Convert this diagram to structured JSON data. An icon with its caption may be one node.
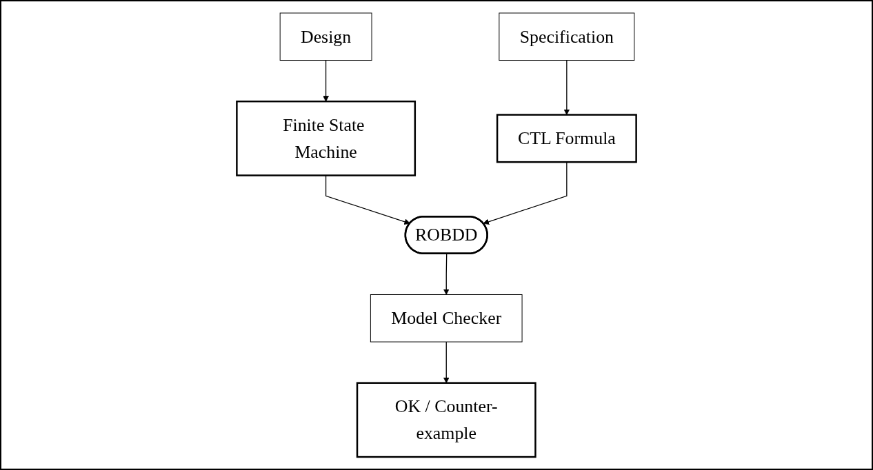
{
  "diagram": {
    "nodes": [
      {
        "text": [
          "Design"
        ]
      },
      {
        "text": [
          "Specification"
        ]
      },
      {
        "text": [
          "Finite State Machine"
        ]
      },
      {
        "text": [
          "CTL Formula"
        ]
      },
      {
        "text": [
          "ROBDD"
        ]
      },
      {
        "text": [
          "Model Checker"
        ]
      },
      {
        "text": [
          "OK / Counter-example"
        ]
      }
    ],
    "edges": [
      {
        "from": 0,
        "to": 2,
        "arrow": "to"
      },
      {
        "from": 1,
        "to": 3,
        "arrow": "to"
      },
      {
        "from": 2,
        "to": 4,
        "arrow": "to"
      },
      {
        "from": 3,
        "to": 4,
        "arrow": "to"
      },
      {
        "from": 4,
        "to": 5,
        "arrow": "to"
      },
      {
        "from": 5,
        "to": 6,
        "arrow": "to"
      }
    ]
  }
}
